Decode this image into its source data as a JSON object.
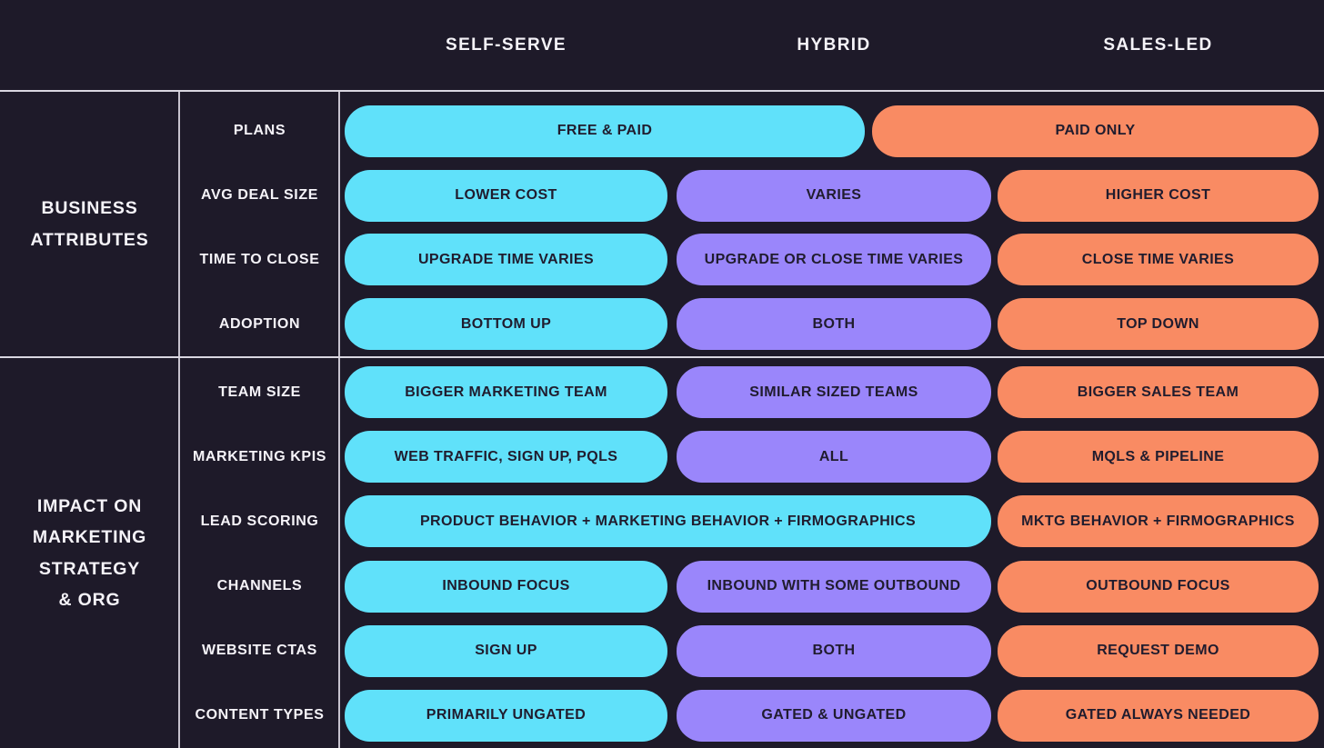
{
  "header": {
    "columns": [
      "SELF-SERVE",
      "HYBRID",
      "SALES-LED"
    ]
  },
  "colors": {
    "background": "#1E1A29",
    "self_serve_pill": "#60E1FA",
    "hybrid_pill": "#9A86FB",
    "sales_led_pill": "#F98B63",
    "grid_line": "#D9D6E0",
    "label_text": "#F5F3F8",
    "pill_text": "#201C2E"
  },
  "sections": [
    {
      "group_label": "BUSINESS\nATTRIBUTES",
      "rows": [
        {
          "label": "PLANS",
          "cells": [
            {
              "text": "FREE & PAID",
              "color": "#60E1FA",
              "span": "self-serve+hybrid"
            },
            {
              "text": "PAID ONLY",
              "color": "#F98B63",
              "span": "hybrid+sales-led"
            }
          ]
        },
        {
          "label": "AVG DEAL SIZE",
          "cells": [
            {
              "text": "LOWER COST",
              "color": "#60E1FA"
            },
            {
              "text": "VARIES",
              "color": "#9A86FB"
            },
            {
              "text": "HIGHER COST",
              "color": "#F98B63"
            }
          ]
        },
        {
          "label": "TIME TO CLOSE",
          "cells": [
            {
              "text": "UPGRADE TIME VARIES",
              "color": "#60E1FA"
            },
            {
              "text": "UPGRADE OR CLOSE TIME VARIES",
              "color": "#9A86FB"
            },
            {
              "text": "CLOSE TIME VARIES",
              "color": "#F98B63"
            }
          ]
        },
        {
          "label": "ADOPTION",
          "cells": [
            {
              "text": "BOTTOM UP",
              "color": "#60E1FA"
            },
            {
              "text": "BOTH",
              "color": "#9A86FB"
            },
            {
              "text": "TOP DOWN",
              "color": "#F98B63"
            }
          ]
        }
      ]
    },
    {
      "group_label": "IMPACT ON\nMARKETING\nSTRATEGY\n& ORG",
      "rows": [
        {
          "label": "TEAM SIZE",
          "cells": [
            {
              "text": "BIGGER MARKETING TEAM",
              "color": "#60E1FA"
            },
            {
              "text": "SIMILAR SIZED TEAMS",
              "color": "#9A86FB"
            },
            {
              "text": "BIGGER SALES TEAM",
              "color": "#F98B63"
            }
          ]
        },
        {
          "label": "MARKETING KPIS",
          "cells": [
            {
              "text": "WEB TRAFFIC, SIGN UP, PQLS",
              "color": "#60E1FA"
            },
            {
              "text": "ALL",
              "color": "#9A86FB"
            },
            {
              "text": "MQLS & PIPELINE",
              "color": "#F98B63"
            }
          ]
        },
        {
          "label": "LEAD SCORING",
          "cells": [
            {
              "text": "PRODUCT BEHAVIOR + MARKETING BEHAVIOR + FIRMOGRAPHICS",
              "color": "#60E1FA",
              "span": "self-serve+hybrid"
            },
            {
              "text": "MKTG BEHAVIOR + FIRMOGRAPHICS",
              "color": "#F98B63"
            }
          ]
        },
        {
          "label": "CHANNELS",
          "cells": [
            {
              "text": "INBOUND FOCUS",
              "color": "#60E1FA"
            },
            {
              "text": "INBOUND WITH SOME OUTBOUND",
              "color": "#9A86FB"
            },
            {
              "text": "OUTBOUND FOCUS",
              "color": "#F98B63"
            }
          ]
        },
        {
          "label": "WEBSITE CTAS",
          "cells": [
            {
              "text": "SIGN UP",
              "color": "#60E1FA"
            },
            {
              "text": "BOTH",
              "color": "#9A86FB"
            },
            {
              "text": "REQUEST DEMO",
              "color": "#F98B63"
            }
          ]
        },
        {
          "label": "CONTENT TYPES",
          "cells": [
            {
              "text": "PRIMARILY UNGATED",
              "color": "#60E1FA"
            },
            {
              "text": "GATED & UNGATED",
              "color": "#9A86FB"
            },
            {
              "text": "GATED ALWAYS NEEDED",
              "color": "#F98B63"
            }
          ]
        }
      ]
    }
  ]
}
